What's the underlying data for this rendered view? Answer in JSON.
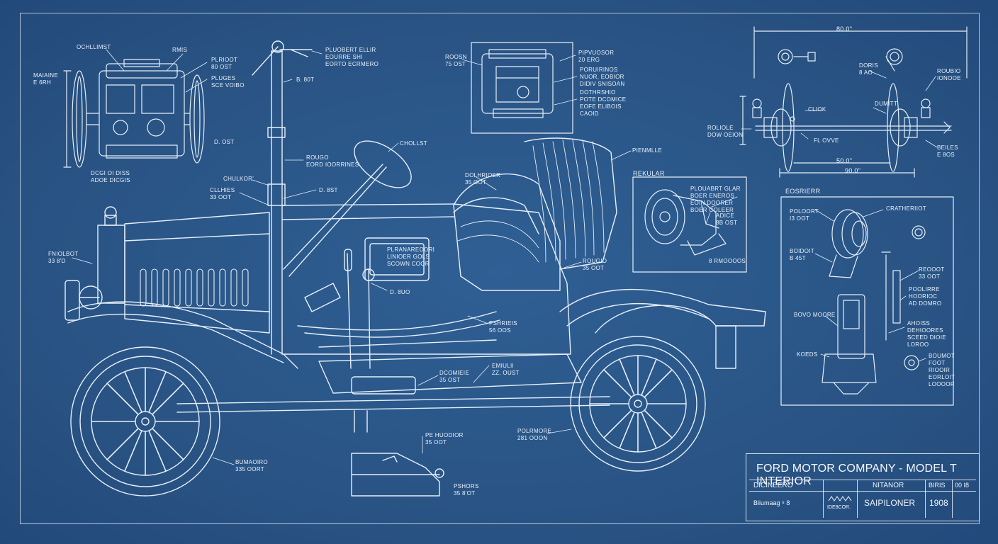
{
  "title_block": {
    "title": "FORD MOTOR COMPANY - MODEL T INTERIOR",
    "cells": [
      "DICINEERO",
      "NITANOR",
      "BIRIS",
      "00 I8",
      "Bliumaag ⁸ 8",
      "IDE8COR.",
      "SAIPILONER",
      "1908"
    ]
  },
  "engine_view": {
    "labels": [
      {
        "id": "eng-1",
        "lines": [
          "OCHLLIMST"
        ]
      },
      {
        "id": "eng-2",
        "lines": [
          "RMIS"
        ]
      },
      {
        "id": "eng-3",
        "lines": [
          "PLRIOOT",
          "80 OST"
        ]
      },
      {
        "id": "eng-4",
        "lines": [
          "PLUGES",
          "SCE VOIBO"
        ]
      },
      {
        "id": "eng-5",
        "lines": [
          "MAIAINE",
          "E 6RH"
        ]
      },
      {
        "id": "eng-6",
        "lines": [
          "D. OST"
        ]
      },
      {
        "id": "eng-7",
        "lines": [
          "DCGI OI DISS",
          "ADOE DICGIS"
        ]
      }
    ]
  },
  "main_view": {
    "labels": [
      {
        "id": "m-1",
        "lines": [
          "PLUOBERT ELLIR",
          "EOURRE SHI",
          "EORTO ECRMERO"
        ]
      },
      {
        "id": "m-2",
        "lines": [
          "B. 80T"
        ]
      },
      {
        "id": "m-3",
        "lines": [
          "ROUGO",
          "EORD IOORRINES"
        ]
      },
      {
        "id": "m-4",
        "lines": [
          "CHULKOR'"
        ]
      },
      {
        "id": "m-5",
        "lines": [
          "CLLHIES",
          "33 OOT"
        ]
      },
      {
        "id": "m-6",
        "lines": [
          "D. 8ST"
        ]
      },
      {
        "id": "m-7",
        "lines": [
          "CHOLLST"
        ]
      },
      {
        "id": "m-8",
        "lines": [
          "DOLHRIOER",
          "35 OOT"
        ]
      },
      {
        "id": "m-9",
        "lines": [
          "PIENMLLE"
        ]
      },
      {
        "id": "m-10",
        "lines": [
          "REKULAR"
        ]
      },
      {
        "id": "m-11",
        "lines": [
          "FNIOLBOT",
          "33 8'D"
        ]
      },
      {
        "id": "m-12",
        "lines": [
          "PLRANAREOORI",
          "LINIOER GOLS",
          "SCOWN COOR"
        ]
      },
      {
        "id": "m-13",
        "lines": [
          "D. 8UO"
        ]
      },
      {
        "id": "m-14",
        "lines": [
          "ROUGIO",
          "35 OOT"
        ]
      },
      {
        "id": "m-15",
        "lines": [
          "PSHRIEIS",
          "56 OOS"
        ]
      },
      {
        "id": "m-16",
        "lines": [
          "DCOMIEIE",
          "35 OST"
        ]
      },
      {
        "id": "m-17",
        "lines": [
          "EMIULII",
          "ZZ, OUST"
        ]
      },
      {
        "id": "m-18",
        "lines": [
          "POLRMORE",
          "281 OOON"
        ]
      },
      {
        "id": "m-19",
        "lines": [
          "PE HUODIOR",
          "35 OOT"
        ]
      },
      {
        "id": "m-20",
        "lines": [
          "PSHORS",
          "35 8'OT"
        ]
      },
      {
        "id": "m-21",
        "lines": [
          "BUMAOIRO",
          "335 OORT"
        ]
      }
    ]
  },
  "trans_view": {
    "labels": [
      {
        "id": "t-1",
        "lines": [
          "ROOSN",
          "75 OST"
        ]
      },
      {
        "id": "t-2",
        "lines": [
          "PIPVUOSOR",
          "20 ERG"
        ]
      },
      {
        "id": "t-3",
        "lines": [
          "PORUIRINOS",
          "NUOR, EOBIOR",
          "DIDIV SNISOAN"
        ]
      },
      {
        "id": "t-4",
        "lines": [
          "DOTHRSHIO",
          "POTE DCOMICE",
          "EOFE ELIBOIS",
          "CAOID"
        ]
      }
    ]
  },
  "axle_view": {
    "labels": [
      {
        "id": "a-1",
        "lines": [
          "80.0\""
        ]
      },
      {
        "id": "a-2",
        "lines": [
          "DORIS",
          "8 AO"
        ]
      },
      {
        "id": "a-3",
        "lines": [
          "ROUBIO",
          "IONOOE"
        ]
      },
      {
        "id": "a-4",
        "lines": [
          "CLIOK"
        ]
      },
      {
        "id": "a-5",
        "lines": [
          "DUMITT"
        ]
      },
      {
        "id": "a-6",
        "lines": [
          "ROLIOLE",
          "DOW OEION"
        ]
      },
      {
        "id": "a-7",
        "lines": [
          "FL OVVE"
        ]
      },
      {
        "id": "a-8",
        "lines": [
          "BEILES",
          "E 8OS"
        ]
      },
      {
        "id": "a-9",
        "lines": [
          "50.0\""
        ]
      },
      {
        "id": "a-10",
        "lines": [
          "90.0\""
        ]
      }
    ]
  },
  "gear_view": {
    "labels": [
      {
        "id": "g-1",
        "lines": [
          "PLOUABRT GLAR",
          "BOER ENEROS",
          "EOIN DOORER",
          "BOER COLEER"
        ]
      },
      {
        "id": "g-2",
        "lines": [
          "ADICE",
          "8B OST"
        ]
      },
      {
        "id": "g-3",
        "lines": [
          "8 RMOOOOS"
        ]
      }
    ]
  },
  "exploded_view": {
    "labels": [
      {
        "id": "e-1",
        "lines": [
          "EOSRIERR"
        ]
      },
      {
        "id": "e-2",
        "lines": [
          "POLOORT",
          "I3 OOT"
        ]
      },
      {
        "id": "e-3",
        "lines": [
          "CRATHERIIOT"
        ]
      },
      {
        "id": "e-4",
        "lines": [
          "BOIDOIT",
          "B 45T"
        ]
      },
      {
        "id": "e-5",
        "lines": [
          "REOOOT",
          "33 OOT"
        ]
      },
      {
        "id": "e-6",
        "lines": [
          "POOLIRRE",
          "HOORIOC",
          "AD DOMRO"
        ]
      },
      {
        "id": "e-7",
        "lines": [
          "BOVO MOORE"
        ]
      },
      {
        "id": "e-8",
        "lines": [
          "AHOISS",
          "DEHIOORES",
          "SCEED DIOIE",
          "LOROO"
        ]
      },
      {
        "id": "e-9",
        "lines": [
          "KOEDS"
        ]
      },
      {
        "id": "e-10",
        "lines": [
          "BOUMOT",
          "FOOT",
          "RIOOIR",
          "EORLOIT",
          "LOOOOR"
        ]
      }
    ]
  }
}
